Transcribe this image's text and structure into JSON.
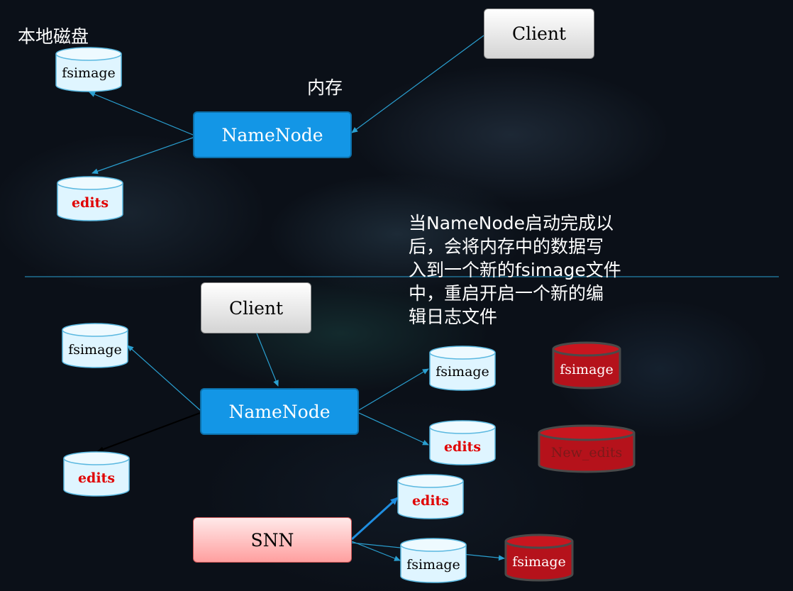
{
  "top": {
    "local_disk_label": "本地磁盘",
    "memory_label": "内存",
    "client_label": "Client",
    "namenode_label": "NameNode",
    "fsimage_label": "fsimage",
    "edits_label": "edits"
  },
  "note": {
    "lines": [
      "当NameNode启动完成以",
      "后，会将内存中的数据写",
      "入到一个新的fsimage文件",
      "中，重启开启一个新的编",
      "辑日志文件"
    ]
  },
  "bottom": {
    "client_label": "Client",
    "namenode_label": "NameNode",
    "snn_label": "SNN",
    "left_fsimage_label": "fsimage",
    "left_edits_label": "edits",
    "right_fsimage_label": "fsimage",
    "right_edits_label": "edits",
    "new_fsimage_label": "fsimage",
    "new_edits_label": "New_edits",
    "snn_edits_label": "edits",
    "snn_fsimage_label": "fsimage",
    "merged_fsimage_label": "fsimage"
  },
  "colors": {
    "background": "#0b1018",
    "namenode": "#1396e6",
    "disk_light": "#dff5ff",
    "disk_red": "#b5121b",
    "connector": "#2a9fd0",
    "edits_text": "#e00000"
  }
}
